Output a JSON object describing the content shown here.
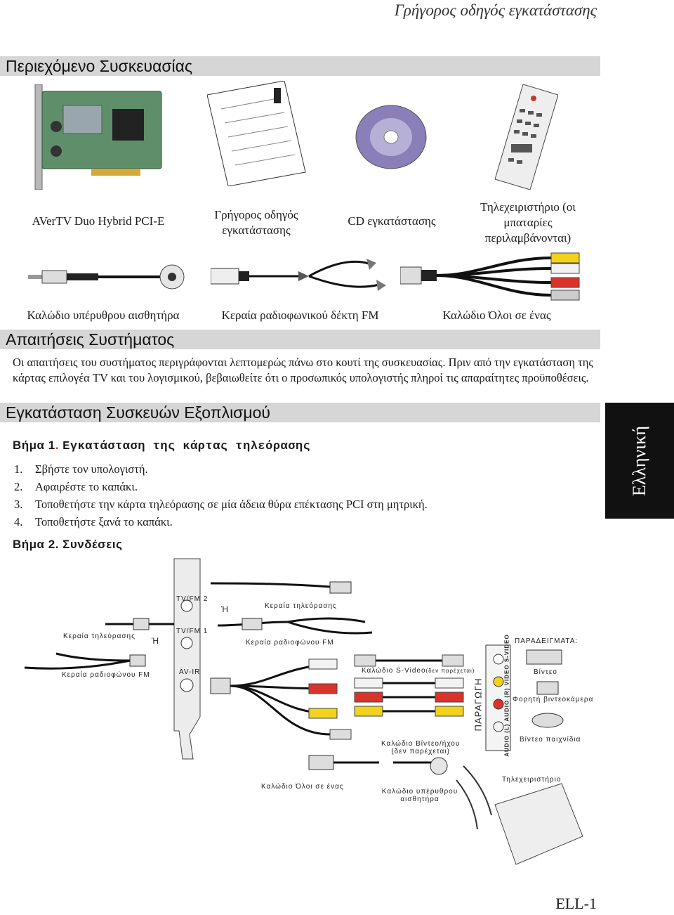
{
  "header": {
    "title": "Γρήγορος οδηγός εγκατάστασης"
  },
  "sections": {
    "contents": "Περιεχόμενο Συσκευασίας",
    "requirements": "Απαιτήσεις Συστήματος",
    "installation": "Εγκατάσταση Συσκευών Εξοπλισμού"
  },
  "package_items": [
    {
      "caption": "AVerTV Duo Hybrid PCI-E",
      "icon": "tv-card-icon"
    },
    {
      "caption": "Γρήγορος οδηγός εγκατάστασης",
      "icon": "quick-guide-icon"
    },
    {
      "caption": "CD εγκατάστασης",
      "icon": "cd-icon"
    },
    {
      "caption": "Τηλεχειριστήριο (οι μπαταρίες περιλαμβάνονται)",
      "icon": "remote-control-icon"
    }
  ],
  "cable_items": [
    {
      "caption": "Καλώδιο υπέρυθρου αισθητήρα",
      "icon": "ir-cable-icon"
    },
    {
      "caption": "Κεραία ραδιοφωνικού δέκτη FM",
      "icon": "fm-antenna-icon"
    },
    {
      "caption": "Καλώδιο Όλοι σε ένας",
      "icon": "all-in-one-cable-icon"
    }
  ],
  "requirements_text": "Οι απαιτήσεις του συστήματος περιγράφονται λεπτομερώς πάνω στο κουτί της συσκευασίας. Πριν από την εγκατάσταση της κάρτας επιλογέα TV και του λογισμικού, βεβαιωθείτε ότι ο προσωπικός υπολογιστής πληροί τις απαραίτητες προϋποθέσεις.",
  "step1": {
    "label": "Βήμα 1",
    "dot": ".",
    "title": "Εγκατάσταση της κάρτας τηλεόρασης",
    "items": [
      {
        "num": "1.",
        "text": "Σβήστε τον υπολογιστή."
      },
      {
        "num": "2.",
        "text": "Αφαιρέστε το καπάκι."
      },
      {
        "num": "3.",
        "text": "Τοποθετήστε την κάρτα τηλεόρασης σε μία άδεια θύρα επέκτασης PCI στη μητρική."
      },
      {
        "num": "4.",
        "text": "Τοποθετήστε ξανά το καπάκι."
      }
    ]
  },
  "step2": {
    "title": "Βήμα 2. Συνδέσεις"
  },
  "diagram": {
    "port_tvfm2": "TV/FM 2",
    "port_tvfm1": "TV/FM 1",
    "port_avir": "AV-IR",
    "or_1": "Ή",
    "or_2": "Ή",
    "tv_antenna_right": "Κεραία τηλεόρασης",
    "tv_antenna_left": "Κεραία τηλεόρασης",
    "fm_antenna_right": "Κεραία ραδιοφώνου FM",
    "fm_antenna_left": "Κεραία ραδιοφώνου FM",
    "svideo_cable": "Καλώδιο S-Video",
    "svideo_note": "(δεν παρέχεται)",
    "av_cable": "Καλώδιο Βίντεο/ήχου",
    "av_note": "(δεν παρέχεται)",
    "all_in_one": "Καλώδιο Όλοι σε ένας",
    "ir_cable": "Καλώδιο υπέρυθρου αισθητήρα",
    "remote": "Τηλεχειριστήριο",
    "output": "ΠΑΡΑΓΩΓΗ",
    "ports_vertical": "AUDIO (L)  AUDIO (R)  VIDEO  S-VIDEO",
    "examples": "ΠΑΡΑΔΕΙΓΜΑΤΑ:",
    "vcr": "Βίντεο",
    "camcorder": "Φορητή βιντεοκάμερα",
    "console": "Βίντεο παιχνίδια"
  },
  "side_tab": {
    "label": "Ελληνική"
  },
  "footer": {
    "page": "ELL-1"
  },
  "colors": {
    "section_bar": "#d6d6d6",
    "side_tab": "#111111",
    "rca_yellow": "#f2d21b",
    "rca_red": "#d9342b",
    "rca_white": "#f2f2f2"
  }
}
